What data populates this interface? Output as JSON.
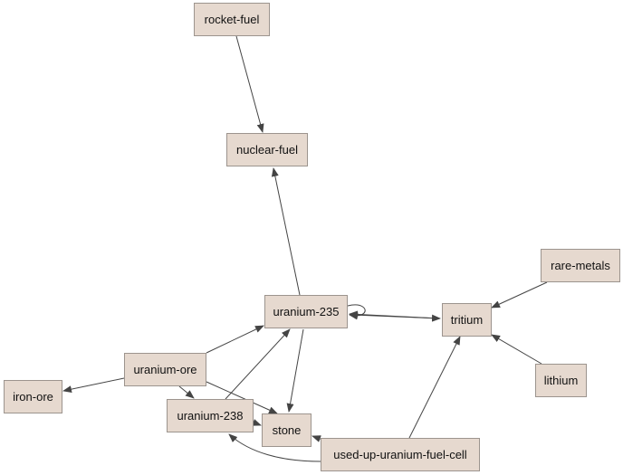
{
  "nodes": [
    {
      "id": "rocket-fuel",
      "label": "rocket-fuel"
    },
    {
      "id": "nuclear-fuel",
      "label": "nuclear-fuel"
    },
    {
      "id": "rare-metals",
      "label": "rare-metals"
    },
    {
      "id": "uranium-235",
      "label": "uranium-235"
    },
    {
      "id": "tritium",
      "label": "tritium"
    },
    {
      "id": "uranium-ore",
      "label": "uranium-ore"
    },
    {
      "id": "lithium",
      "label": "lithium"
    },
    {
      "id": "iron-ore",
      "label": "iron-ore"
    },
    {
      "id": "uranium-238",
      "label": "uranium-238"
    },
    {
      "id": "stone",
      "label": "stone"
    },
    {
      "id": "used-up-uranium-fuel-cell",
      "label": "used-up-uranium-fuel-cell"
    }
  ],
  "edges": [
    {
      "from": "rocket-fuel",
      "to": "nuclear-fuel"
    },
    {
      "from": "uranium-235",
      "to": "nuclear-fuel"
    },
    {
      "from": "uranium-235",
      "to": "uranium-235"
    },
    {
      "from": "uranium-235",
      "to": "tritium"
    },
    {
      "from": "tritium",
      "to": "uranium-235"
    },
    {
      "from": "uranium-235",
      "to": "stone"
    },
    {
      "from": "rare-metals",
      "to": "tritium"
    },
    {
      "from": "lithium",
      "to": "tritium"
    },
    {
      "from": "uranium-ore",
      "to": "uranium-235"
    },
    {
      "from": "uranium-ore",
      "to": "iron-ore"
    },
    {
      "from": "uranium-ore",
      "to": "uranium-238"
    },
    {
      "from": "uranium-ore",
      "to": "stone"
    },
    {
      "from": "uranium-238",
      "to": "uranium-235"
    },
    {
      "from": "uranium-238",
      "to": "stone"
    },
    {
      "from": "used-up-uranium-fuel-cell",
      "to": "stone"
    },
    {
      "from": "used-up-uranium-fuel-cell",
      "to": "uranium-238"
    },
    {
      "from": "used-up-uranium-fuel-cell",
      "to": "tritium"
    }
  ],
  "colors": {
    "node_fill": "#e6d9cf",
    "node_border": "#9c948e",
    "edge": "#444444"
  }
}
